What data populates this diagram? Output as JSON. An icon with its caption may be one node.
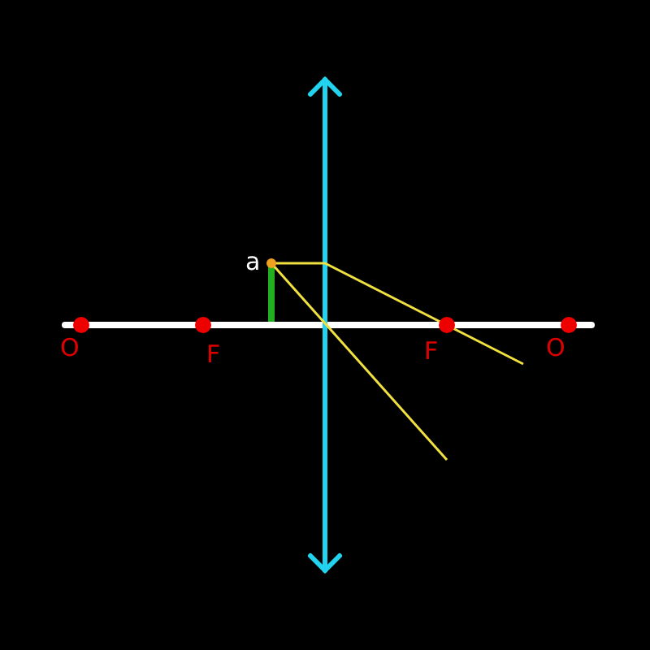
{
  "diagram": {
    "labels": [
      "a",
      "O",
      "F",
      "F",
      "O"
    ]
  }
}
